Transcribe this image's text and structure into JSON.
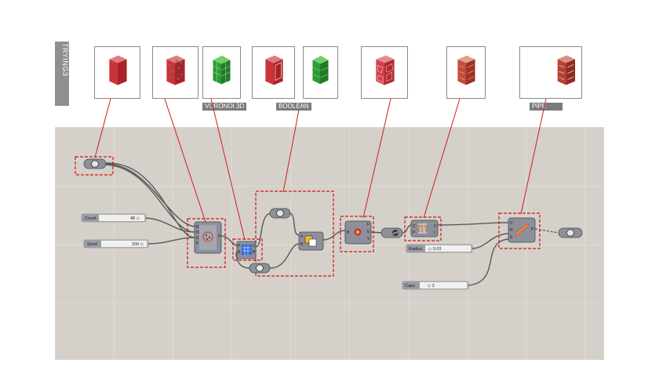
{
  "side_tab": {
    "label": "TRYING3"
  },
  "preview_labels": {
    "voronoi": "VORONOI 3D",
    "boolean": "BOOLEAN",
    "pipe": "PIPE"
  },
  "sliders": {
    "count": {
      "name": "Count",
      "value": "48 ◇"
    },
    "seed": {
      "name": "Seed",
      "value": "200 ◇"
    },
    "radius": {
      "name": "Radius",
      "value": "◇ 0.03"
    },
    "caps": {
      "name": "Caps",
      "value": "◇ 2"
    }
  },
  "colors": {
    "canvas": "#d5d1ca",
    "wire": "#5a5a5a",
    "leader": "#cc1f1f",
    "group_dash": "#d01616",
    "component": "#8d8f9a",
    "solid_red": "#c9343b",
    "solid_green": "#2e9a35"
  },
  "icons": {
    "brep_param": "hexagon-icon",
    "populate": "populate-icon",
    "voronoi": "voronoi-icon",
    "boolean": "boolean-union-icon",
    "deconstruct": "deconstruct-brep-icon",
    "curve": "curve-param-icon",
    "join": "join-curves-icon",
    "pipe": "pipe-icon",
    "output": "hexagon-icon"
  }
}
